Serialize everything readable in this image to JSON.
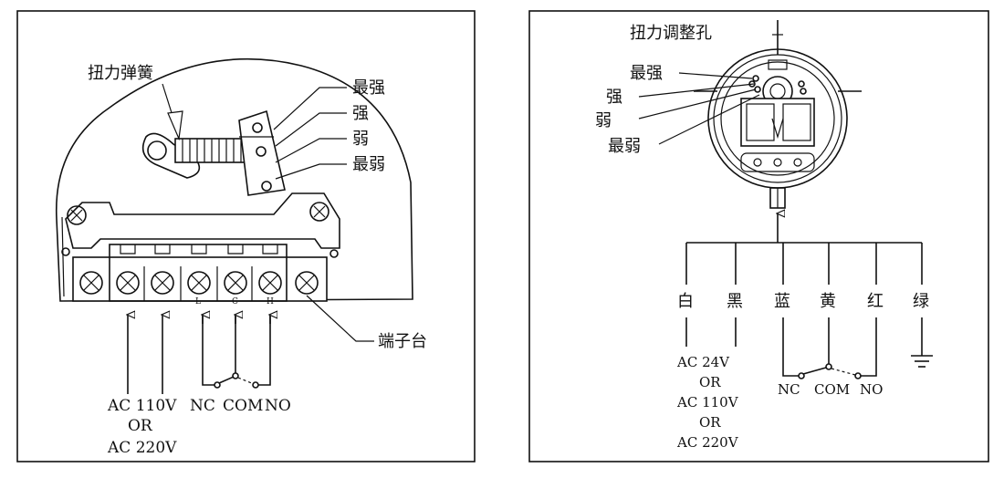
{
  "left_panel": {
    "spring_label": "扭力弹簧",
    "strength_labels": [
      "最强",
      "强",
      "弱",
      "最弱"
    ],
    "terminal_block_label": "端子台",
    "terminal_marks": [
      "L",
      "C",
      "H"
    ],
    "power_lines": [
      "AC  110V",
      "OR",
      "AC  220V"
    ],
    "switch_labels": [
      "NC",
      "COM",
      "NO"
    ]
  },
  "right_panel": {
    "adjust_hole_label": "扭力调整孔",
    "strength_labels": [
      "最强",
      "强",
      "弱",
      "最弱"
    ],
    "wire_colors": [
      "白",
      "黑",
      "蓝",
      "黄",
      "红",
      "绿"
    ],
    "power_lines": [
      "AC 24V",
      "OR",
      "AC 110V",
      "OR",
      "AC 220V"
    ],
    "switch_labels": [
      "NC",
      "COM",
      "NO"
    ]
  }
}
